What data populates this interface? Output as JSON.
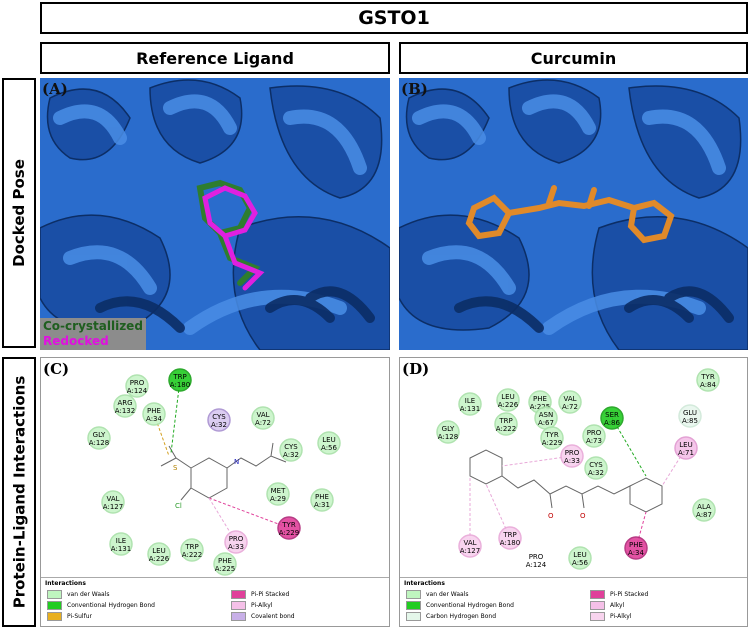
{
  "title": "GSTO1",
  "columns": {
    "left": "Reference Ligand",
    "right": "Curcumin"
  },
  "rows": {
    "top": "Docked Pose",
    "bottom": "Protein-Ligand Interactions"
  },
  "panel_labels": {
    "a": "(A)",
    "b": "(B)",
    "c": "(C)",
    "d": "(D)"
  },
  "pose_legend": {
    "cocrystal": "Co-crystallized",
    "redocked": "Redocked"
  },
  "colors": {
    "protein": "#1f5fbf",
    "cocrystal": "#2e7d2e",
    "redocked": "#e020e0",
    "curcumin": "#e08a2a"
  },
  "residues_c": [
    {
      "name": "PRO",
      "id": "A:124",
      "type": "vdw"
    },
    {
      "name": "TRP",
      "id": "A:180",
      "type": "hbond"
    },
    {
      "name": "ARG",
      "id": "A:132",
      "type": "vdw"
    },
    {
      "name": "PHE",
      "id": "A:34",
      "type": "vdw"
    },
    {
      "name": "CYS",
      "id": "A:32",
      "type": "covalent"
    },
    {
      "name": "VAL",
      "id": "A:72",
      "type": "vdw"
    },
    {
      "name": "GLY",
      "id": "A:128",
      "type": "vdw"
    },
    {
      "name": "LEU",
      "id": "A:56",
      "type": "vdw"
    },
    {
      "name": "CYS",
      "id": "A:32",
      "type": "vdw"
    },
    {
      "name": "MET",
      "id": "A:29",
      "type": "vdw"
    },
    {
      "name": "PHE",
      "id": "A:31",
      "type": "vdw"
    },
    {
      "name": "VAL",
      "id": "A:127",
      "type": "vdw"
    },
    {
      "name": "TYR",
      "id": "A:229",
      "type": "pistack"
    },
    {
      "name": "PRO",
      "id": "A:33",
      "type": "pialkyl"
    },
    {
      "name": "ILE",
      "id": "A:131",
      "type": "vdw"
    },
    {
      "name": "LEU",
      "id": "A:226",
      "type": "vdw"
    },
    {
      "name": "TRP",
      "id": "A:222",
      "type": "vdw"
    },
    {
      "name": "PHE",
      "id": "A:225",
      "type": "vdw"
    }
  ],
  "residues_d": [
    {
      "name": "TYR",
      "id": "A:84",
      "type": "vdw"
    },
    {
      "name": "ILE",
      "id": "A:131",
      "type": "vdw"
    },
    {
      "name": "LEU",
      "id": "A:226",
      "type": "vdw"
    },
    {
      "name": "PHE",
      "id": "A:225",
      "type": "vdw"
    },
    {
      "name": "VAL",
      "id": "A:72",
      "type": "vdw"
    },
    {
      "name": "ASN",
      "id": "A:67",
      "type": "vdw"
    },
    {
      "name": "SER",
      "id": "A:86",
      "type": "hbond"
    },
    {
      "name": "GLU",
      "id": "A:85",
      "type": "carbonh"
    },
    {
      "name": "GLY",
      "id": "A:128",
      "type": "vdw"
    },
    {
      "name": "TRP",
      "id": "A:222",
      "type": "vdw"
    },
    {
      "name": "TYR",
      "id": "A:229",
      "type": "vdw"
    },
    {
      "name": "PRO",
      "id": "A:73",
      "type": "vdw"
    },
    {
      "name": "LEU",
      "id": "A:71",
      "type": "alkyl"
    },
    {
      "name": "PRO",
      "id": "A:33",
      "type": "pialkyl"
    },
    {
      "name": "CYS",
      "id": "A:32",
      "type": "vdw"
    },
    {
      "name": "ALA",
      "id": "A:87",
      "type": "vdw"
    },
    {
      "name": "TRP",
      "id": "A:180",
      "type": "pialkyl"
    },
    {
      "name": "VAL",
      "id": "A:127",
      "type": "pialkyl"
    },
    {
      "name": "PHE",
      "id": "A:34",
      "type": "pistack"
    },
    {
      "name": "PRO",
      "id": "A:124",
      "type": "none"
    },
    {
      "name": "LEU",
      "id": "A:56",
      "type": "vdw"
    }
  ],
  "legend_c": {
    "header": "Interactions",
    "items": [
      {
        "label": "van der Waals",
        "color": "#bff5bf"
      },
      {
        "label": "Conventional Hydrogen Bond",
        "color": "#22cc22"
      },
      {
        "label": "Pi-Sulfur",
        "color": "#e8b020"
      },
      {
        "label": "Pi-Pi Stacked",
        "color": "#e0409a"
      },
      {
        "label": "Pi-Alkyl",
        "color": "#f5c0e8"
      },
      {
        "label": "Covalent bond",
        "color": "#c8b0e8"
      }
    ]
  },
  "legend_d": {
    "header": "Interactions",
    "items": [
      {
        "label": "van der Waals",
        "color": "#bff5bf"
      },
      {
        "label": "Conventional Hydrogen Bond",
        "color": "#22cc22"
      },
      {
        "label": "Carbon Hydrogen Bond",
        "color": "#e4f7ea"
      },
      {
        "label": "Pi-Pi Stacked",
        "color": "#e0409a"
      },
      {
        "label": "Alkyl",
        "color": "#f5c0e8"
      },
      {
        "label": "Pi-Alkyl",
        "color": "#f8d4ee"
      }
    ]
  },
  "atom_labels": {
    "sulfur": "S",
    "chlorine": "Cl",
    "nitrogen": "N",
    "oxygen": "O"
  }
}
